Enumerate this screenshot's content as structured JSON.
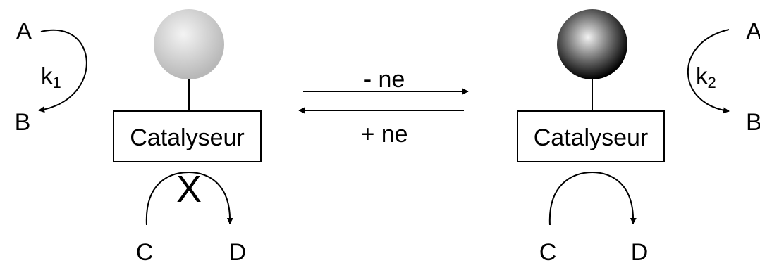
{
  "left_state": {
    "catalyst_label": "Catalyseur",
    "ball": "light-grey-sphere",
    "reaction_ab": {
      "from": "A",
      "to": "B",
      "rate_base": "k",
      "rate_sub": "1"
    },
    "reaction_cd": {
      "from": "C",
      "to": "D",
      "blocked_mark": "X"
    }
  },
  "right_state": {
    "catalyst_label": "Catalyseur",
    "ball": "dark-sphere",
    "reaction_ab": {
      "from": "A",
      "to": "B",
      "rate_base": "k",
      "rate_sub": "2"
    },
    "reaction_cd": {
      "from": "C",
      "to": "D"
    }
  },
  "equilibrium": {
    "forward_label": "- ne",
    "reverse_label": "+ ne"
  },
  "colors": {
    "ink": "#000000",
    "light_ball_highlight": "#f4f4f4",
    "light_ball_shadow": "#b8b8b8",
    "dark_ball_highlight": "#f2f2f2",
    "dark_ball_shadow": "#000000"
  }
}
